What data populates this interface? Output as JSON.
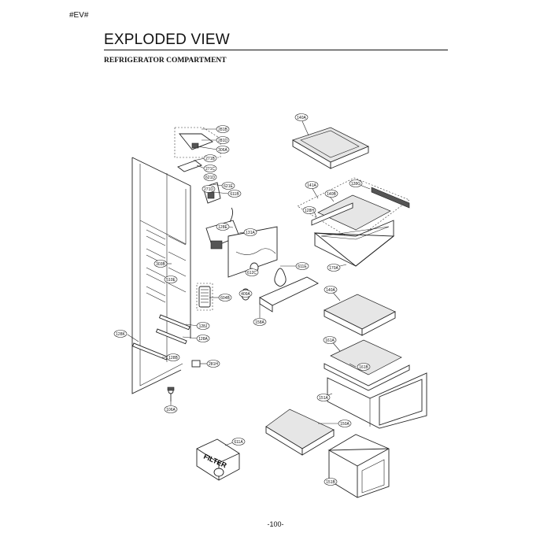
{
  "header": {
    "code": "#EV#",
    "title": "EXPLODED VIEW",
    "subtitle": "REFRIGERATOR COMPARTMENT"
  },
  "footer": {
    "page_number": "-100-"
  },
  "filter_text": "FILTER",
  "part_labels": {
    "p281b": "281B",
    "p281d": "281D",
    "p306a": "306A",
    "p271b": "271B",
    "p271c": "271C",
    "p621d": "621D",
    "p621e": "621E",
    "p271d": "271D",
    "p611b": "611B",
    "p128e": "128E",
    "p131a": "131A",
    "p303b": "303B",
    "p510e": "510E",
    "p604b": "604B",
    "p612c": "612C",
    "p611e": "611E",
    "p409a": "409A",
    "p158a": "158A",
    "p128j": "128J",
    "p128a": "128A",
    "p128k": "128K",
    "p128b": "128B",
    "p281h": "281H",
    "p106a": "106A",
    "p140a_top": "140A",
    "p141a": "141A",
    "p140b": "140B",
    "p128g": "128G",
    "p128h": "128H",
    "p170a": "170A",
    "p140a_mid": "140A",
    "p161a": "161A",
    "p161b": "161B",
    "p151a": "151A",
    "p150a": "150A",
    "p611a": "611A",
    "p151b": "151B"
  }
}
